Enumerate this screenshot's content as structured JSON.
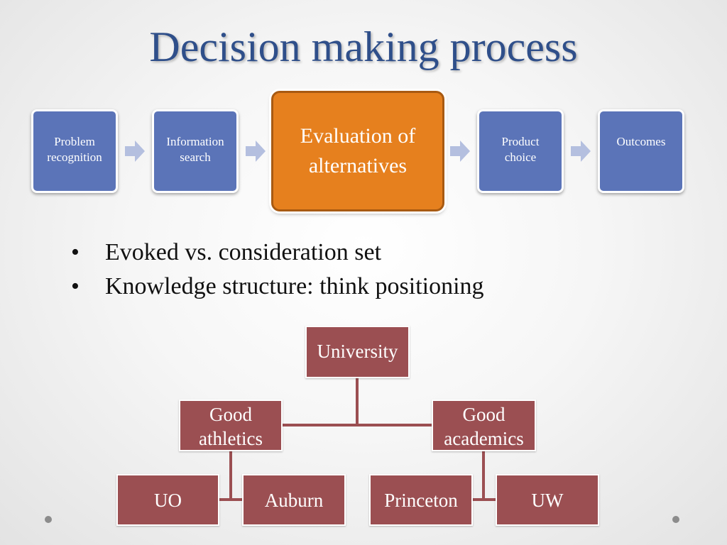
{
  "title": "Decision making process",
  "process": {
    "steps": [
      {
        "lines": [
          "Problem",
          "recognition"
        ]
      },
      {
        "lines": [
          "Information",
          "search"
        ]
      },
      {
        "lines": [
          "Evaluation of",
          "alternatives"
        ]
      },
      {
        "lines": [
          "Product",
          "choice"
        ]
      },
      {
        "lines": [
          "Outcomes"
        ]
      }
    ],
    "step_color": "#5b74b8",
    "highlight_color": "#e6801e",
    "arrow_color": "#b4bfdf"
  },
  "bullets": {
    "marker": "•",
    "items": [
      "Evoked vs. consideration set",
      "Knowledge structure: think positioning"
    ]
  },
  "tree": {
    "node_color": "#9b4f52",
    "root": {
      "lines": [
        "University"
      ]
    },
    "left_branch": {
      "lines": [
        "Good",
        "athletics"
      ]
    },
    "right_branch": {
      "lines": [
        "Good",
        "academics"
      ]
    },
    "leaves": [
      "UO",
      "Auburn",
      "Princeton",
      "UW"
    ]
  }
}
